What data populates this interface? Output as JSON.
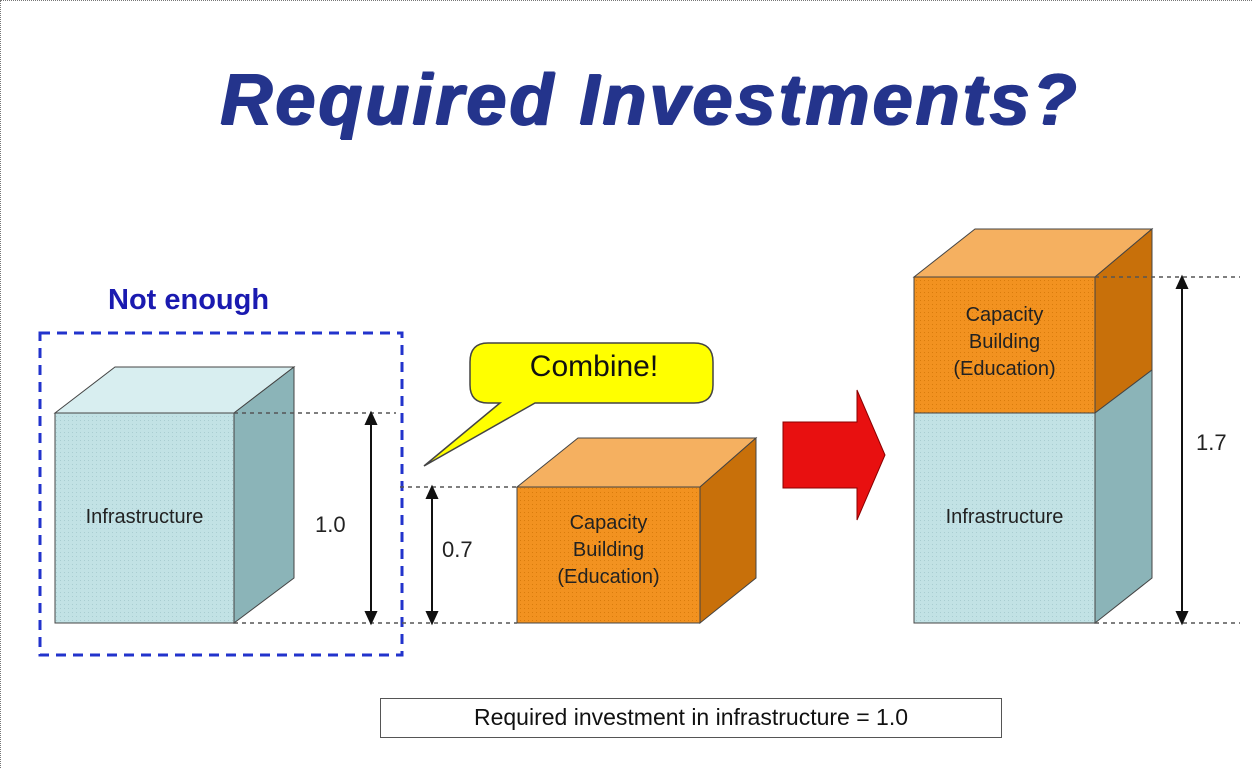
{
  "title": "Required Investments?",
  "not_enough_label": "Not enough",
  "callout_label": "Combine!",
  "left_cube": {
    "label": "Infrastructure",
    "value_label": "1.0"
  },
  "middle_cube": {
    "label_lines": [
      "Capacity",
      "Building",
      "(Education)"
    ],
    "value_label": "0.7"
  },
  "combined_stack": {
    "top_label_lines": [
      "Capacity",
      "Building",
      "(Education)"
    ],
    "bottom_label": "Infrastructure",
    "value_label": "1.7"
  },
  "footer_note": "Required investment in infrastructure = 1.0",
  "colors": {
    "title": "#24348c",
    "infrastructure_face": "#bfe0e3",
    "capacity_face": "#f08c18",
    "arrow": "#e81010",
    "callout": "#ffff00",
    "not_enough": "#1a1ab0",
    "dashed_frame": "#2233cc"
  }
}
